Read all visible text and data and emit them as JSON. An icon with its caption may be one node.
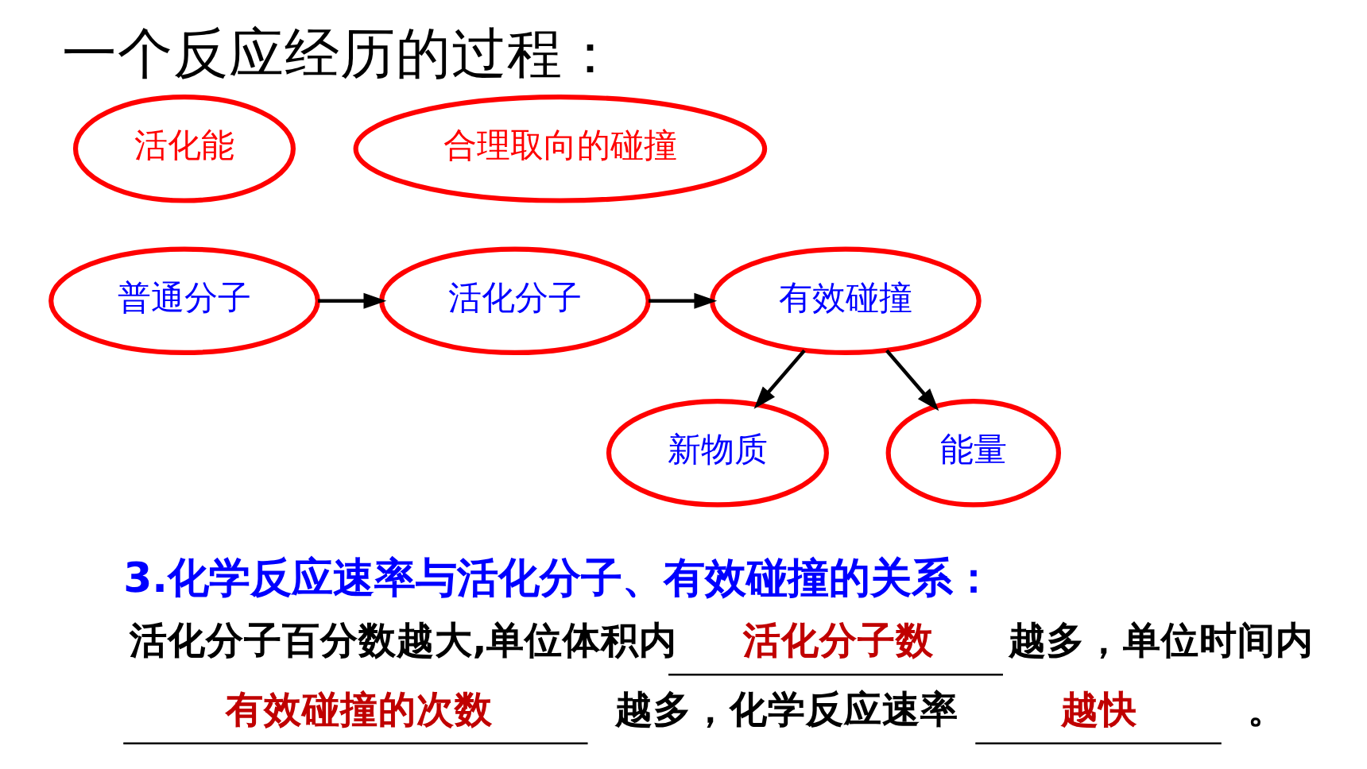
{
  "diagram": {
    "title": "一个反应经历的过程：",
    "nodes": [
      {
        "text": [
          "普通分子"
        ]
      },
      {
        "text": [
          "活化能"
        ]
      },
      {
        "text": [
          "活化分子"
        ]
      },
      {
        "text": [
          "合理取向的碰撞"
        ]
      },
      {
        "text": [
          "有效碰撞"
        ]
      },
      {
        "text": [
          "新物质"
        ]
      },
      {
        "text": [
          "能量"
        ]
      }
    ],
    "edges": [
      {
        "from": 0,
        "to": 2,
        "arrow": "to"
      },
      {
        "from": 2,
        "to": 4,
        "arrow": "to"
      },
      {
        "from": 4,
        "to": 5,
        "arrow": "to"
      },
      {
        "from": 4,
        "to": 6,
        "arrow": "to"
      }
    ],
    "labels": [
      "3.化学反应速率与活化分子、有效碰撞的关系：",
      "活化分子百分数越大,单位体积内",
      "活化分子数",
      "越多，单位时间内",
      "有效碰撞的次数",
      "越多，化学反应速率",
      "越快",
      "。"
    ]
  }
}
